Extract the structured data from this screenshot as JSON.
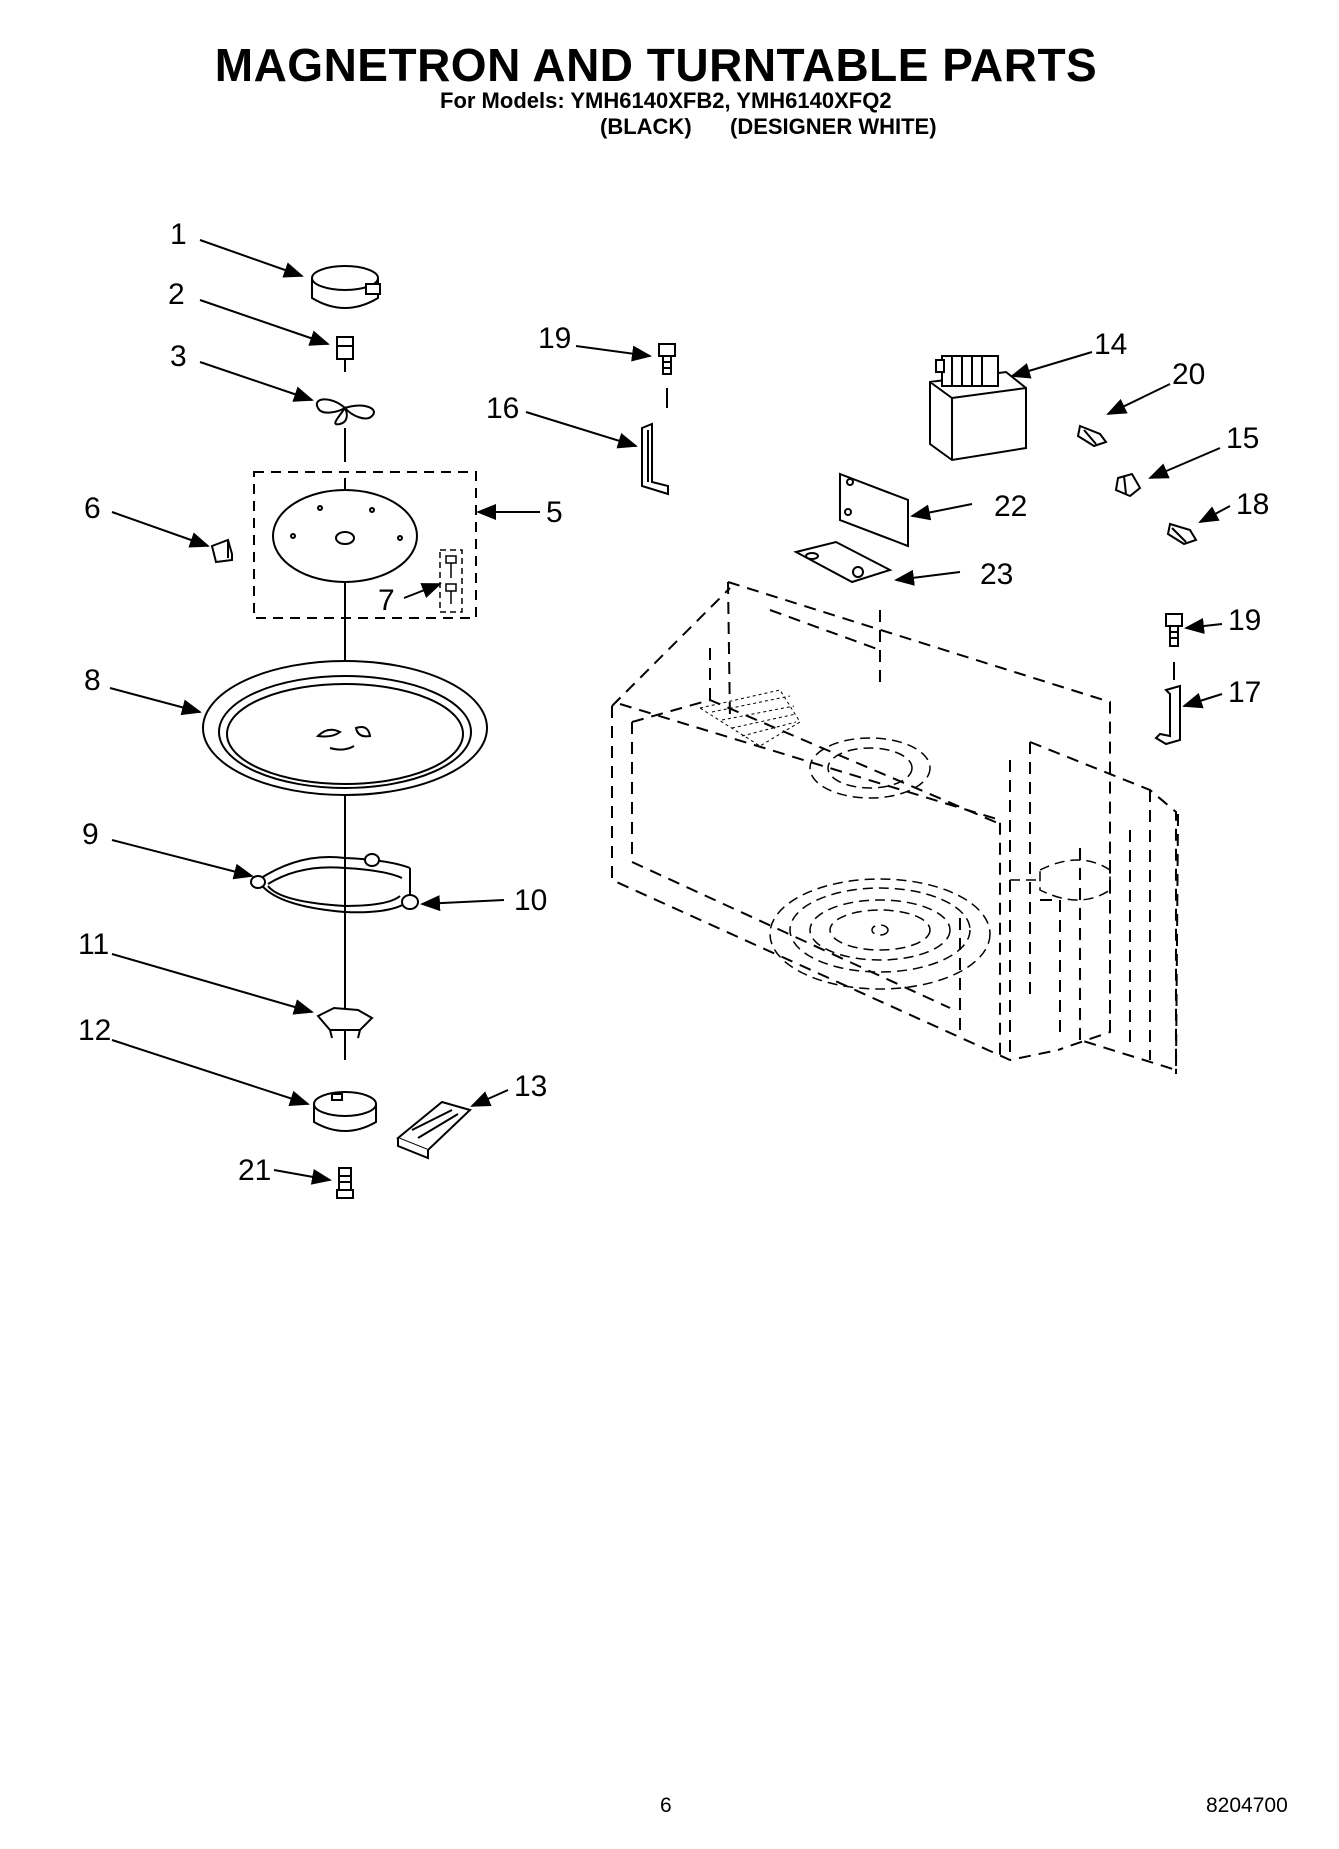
{
  "header": {
    "title": "MAGNETRON AND TURNTABLE PARTS",
    "models_line": "For Models: YMH6140XFB2, YMH6140XFQ2",
    "variant_black": "(BLACK)",
    "variant_white": "(DESIGNER WHITE)"
  },
  "callouts": {
    "c1": "1",
    "c2": "2",
    "c3": "3",
    "c5": "5",
    "c6": "6",
    "c7": "7",
    "c8": "8",
    "c9": "9",
    "c10": "10",
    "c11": "11",
    "c12": "12",
    "c13": "13",
    "c14": "14",
    "c15": "15",
    "c16": "16",
    "c17": "17",
    "c18": "18",
    "c19a": "19",
    "c19b": "19",
    "c20": "20",
    "c21": "21",
    "c22": "22",
    "c23": "23"
  },
  "footer": {
    "page_number": "6",
    "doc_number": "8204700"
  }
}
